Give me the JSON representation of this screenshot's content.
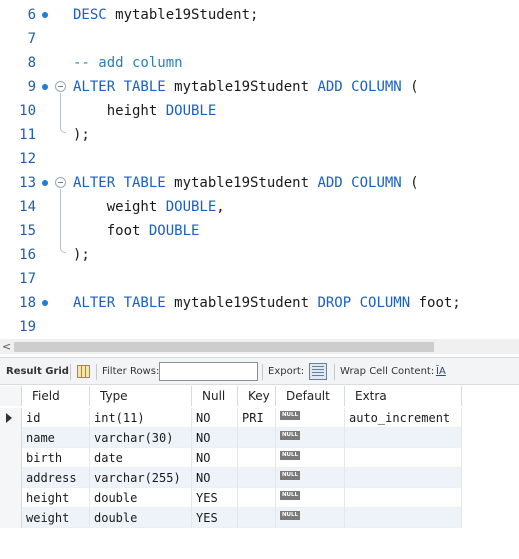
{
  "editor": {
    "lines": [
      {
        "num": "6",
        "dot": true,
        "fold": false,
        "segments": [
          {
            "t": "DESC",
            "c": "kw"
          },
          {
            "t": " mytable19Student;",
            "c": ""
          }
        ]
      },
      {
        "num": "7",
        "dot": false,
        "fold": false,
        "segments": []
      },
      {
        "num": "8",
        "dot": false,
        "fold": false,
        "segments": [
          {
            "t": "-- add column",
            "c": "cm"
          }
        ]
      },
      {
        "num": "9",
        "dot": true,
        "fold": true,
        "segments": [
          {
            "t": "ALTER TABLE",
            "c": "kw"
          },
          {
            "t": " mytable19Student ",
            "c": ""
          },
          {
            "t": "ADD COLUMN",
            "c": "kw"
          },
          {
            "t": " (",
            "c": ""
          }
        ]
      },
      {
        "num": "10",
        "dot": false,
        "fold": false,
        "segments": [
          {
            "t": "    height ",
            "c": ""
          },
          {
            "t": "DOUBLE",
            "c": "kw"
          }
        ]
      },
      {
        "num": "11",
        "dot": false,
        "fold": false,
        "segments": [
          {
            "t": ");",
            "c": ""
          }
        ]
      },
      {
        "num": "12",
        "dot": false,
        "fold": false,
        "segments": []
      },
      {
        "num": "13",
        "dot": true,
        "fold": true,
        "segments": [
          {
            "t": "ALTER TABLE",
            "c": "kw"
          },
          {
            "t": " mytable19Student ",
            "c": ""
          },
          {
            "t": "ADD COLUMN",
            "c": "kw"
          },
          {
            "t": " (",
            "c": ""
          }
        ]
      },
      {
        "num": "14",
        "dot": false,
        "fold": false,
        "segments": [
          {
            "t": "    weight ",
            "c": ""
          },
          {
            "t": "DOUBLE",
            "c": "kw"
          },
          {
            "t": ",",
            "c": ""
          }
        ]
      },
      {
        "num": "15",
        "dot": false,
        "fold": false,
        "segments": [
          {
            "t": "    foot ",
            "c": ""
          },
          {
            "t": "DOUBLE",
            "c": "kw"
          }
        ]
      },
      {
        "num": "16",
        "dot": false,
        "fold": false,
        "segments": [
          {
            "t": ");",
            "c": ""
          }
        ]
      },
      {
        "num": "17",
        "dot": false,
        "fold": false,
        "segments": []
      },
      {
        "num": "18",
        "dot": true,
        "fold": false,
        "segments": [
          {
            "t": "ALTER TABLE",
            "c": "kw"
          },
          {
            "t": " mytable19Student ",
            "c": ""
          },
          {
            "t": "DROP COLUMN",
            "c": "kw"
          },
          {
            "t": " foot;",
            "c": ""
          }
        ]
      },
      {
        "num": "19",
        "dot": false,
        "fold": false,
        "segments": []
      }
    ]
  },
  "toolbar": {
    "result_grid_label": "Result Grid",
    "filter_rows_label": "Filter Rows:",
    "filter_rows_value": "",
    "export_label": "Export:",
    "wrap_cell_label": "Wrap Cell Content:",
    "wrap_icon": "ĪA"
  },
  "grid": {
    "columns": [
      "Field",
      "Type",
      "Null",
      "Key",
      "Default",
      "Extra"
    ],
    "null_badge": "NULL",
    "rows": [
      {
        "field": "id",
        "type": "int(11)",
        "null": "NO",
        "key": "PRI",
        "default_null": true,
        "extra": "auto_increment",
        "selected": true
      },
      {
        "field": "name",
        "type": "varchar(30)",
        "null": "NO",
        "key": "",
        "default_null": true,
        "extra": "",
        "selected": false
      },
      {
        "field": "birth",
        "type": "date",
        "null": "NO",
        "key": "",
        "default_null": true,
        "extra": "",
        "selected": false
      },
      {
        "field": "address",
        "type": "varchar(255)",
        "null": "NO",
        "key": "",
        "default_null": true,
        "extra": "",
        "selected": false
      },
      {
        "field": "height",
        "type": "double",
        "null": "YES",
        "key": "",
        "default_null": true,
        "extra": "",
        "selected": false
      },
      {
        "field": "weight",
        "type": "double",
        "null": "YES",
        "key": "",
        "default_null": true,
        "extra": "",
        "selected": false
      }
    ]
  }
}
